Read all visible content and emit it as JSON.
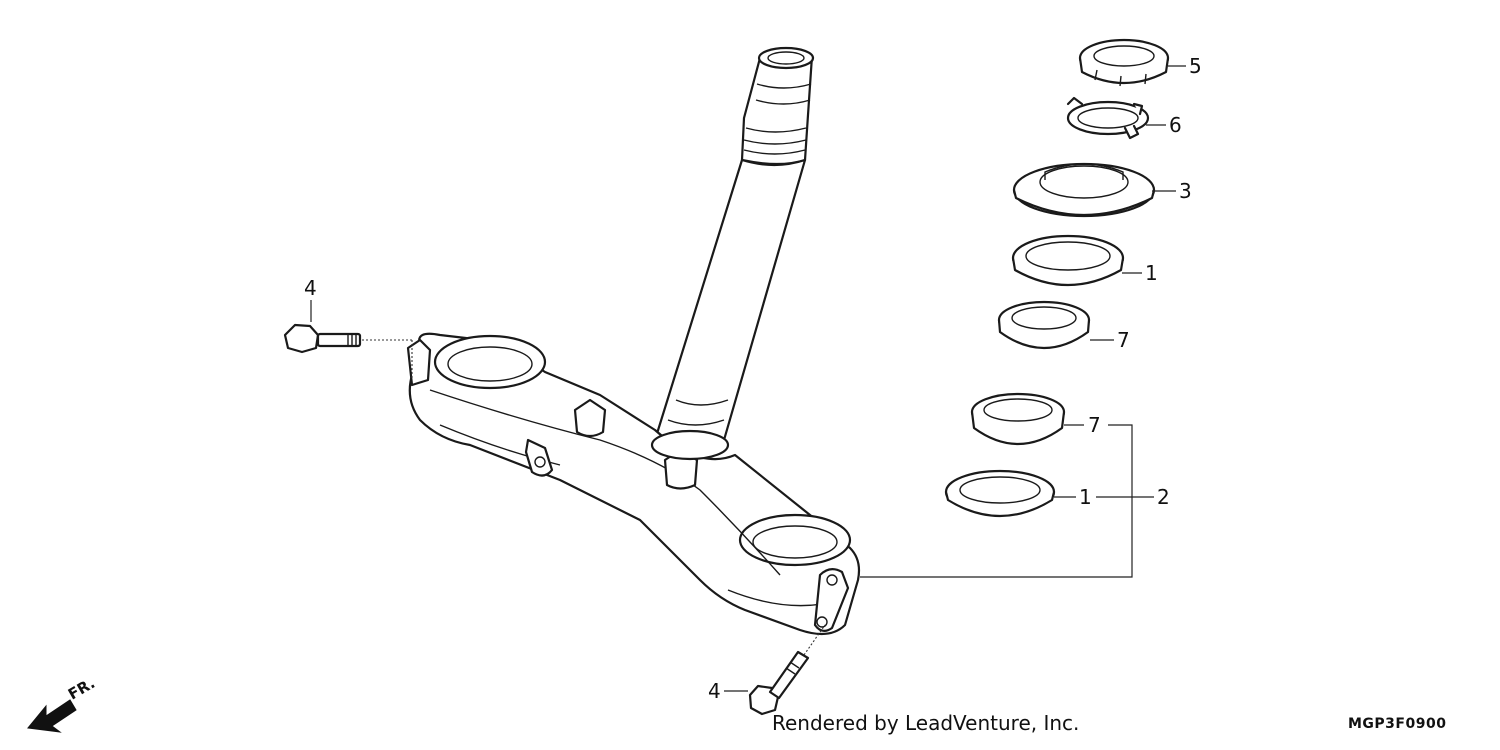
{
  "callouts": {
    "c5": "5",
    "c6": "6",
    "c3": "3",
    "c1a": "1",
    "c7a": "7",
    "c7b": "7",
    "c1b": "1",
    "c2": "2",
    "c4a": "4",
    "c4b": "4"
  },
  "front_indicator": "FR.",
  "credit": "Rendered by LeadVenture, Inc.",
  "diagram_code": "MGP3F0900"
}
